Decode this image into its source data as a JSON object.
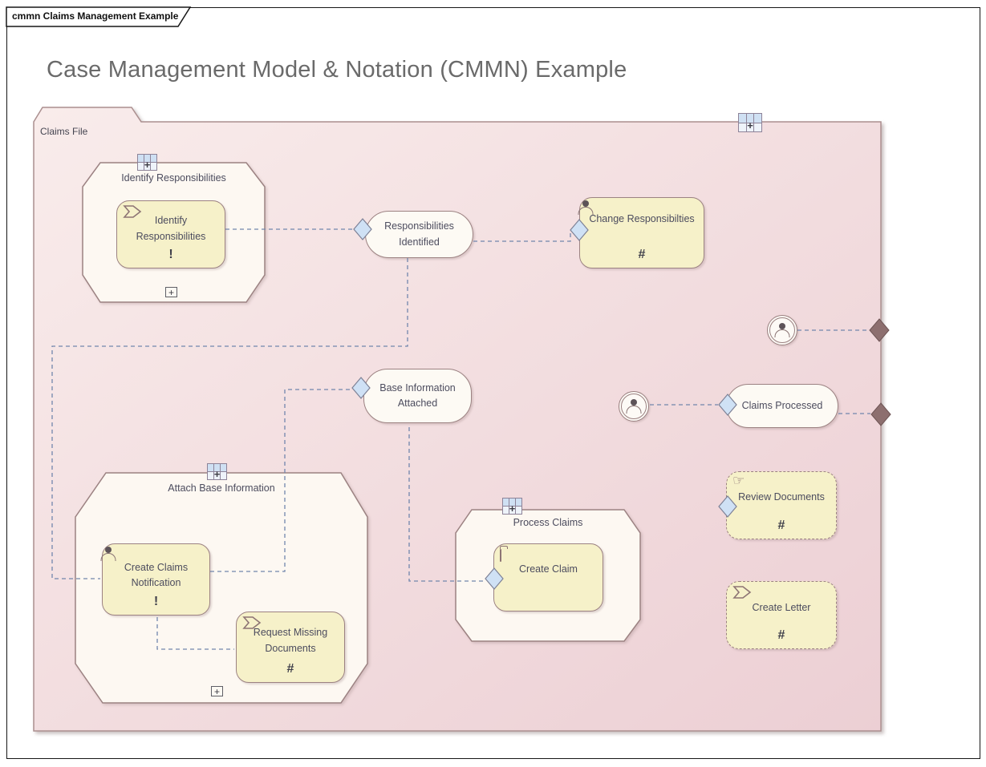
{
  "frame": {
    "tab_label": "cmmn Claims Management Example"
  },
  "title": "Case Management Model & Notation (CMMN) Example",
  "case_file": {
    "label": "Claims File"
  },
  "stages": {
    "identify": {
      "label": "Identify Responsibilities",
      "expand_marker": "+"
    },
    "attach": {
      "label": "Attach Base Information",
      "expand_marker": "+"
    },
    "process": {
      "label": "Process Claims"
    }
  },
  "tasks": {
    "identify_responsibilities": {
      "line1": "Identify",
      "line2": "Responsibilities",
      "required_marker": "!",
      "icon": "process-chevron-icon"
    },
    "change_responsibilities": {
      "label": "Change Responsibilties",
      "repetition_marker": "#",
      "icon": "human-person-icon"
    },
    "create_claims_notification": {
      "line1": "Create Claims",
      "line2": "Notification",
      "required_marker": "!",
      "icon": "human-person-icon"
    },
    "request_missing_documents": {
      "line1": "Request Missing",
      "line2": "Documents",
      "repetition_marker": "#",
      "icon": "process-chevron-icon"
    },
    "create_claim": {
      "label": "Create Claim",
      "icon": "case-folder-icon"
    },
    "review_documents": {
      "label": "Review Documents",
      "repetition_marker": "#",
      "icon": "manual-hand-icon",
      "discretionary": true
    },
    "create_letter": {
      "label": "Create Letter",
      "repetition_marker": "#",
      "icon": "process-chevron-icon",
      "discretionary": true
    }
  },
  "milestones": {
    "responsibilities_identified": {
      "line1": "Responsibilities",
      "line2": "Identified"
    },
    "base_information_attached": {
      "line1": "Base Information",
      "line2": "Attached"
    },
    "claims_processed": {
      "label": "Claims Processed"
    }
  },
  "icons": [
    "planning-table-icon",
    "user-event-listener-icon",
    "entry-criterion-sentry",
    "exit-criterion-sentry",
    "expand-icon"
  ],
  "colors": {
    "folder_fill_light": "#f9eceb",
    "folder_fill_dark": "#eccfd4",
    "folder_border": "#ab8f8f",
    "shape_border": "#9c8282",
    "stage_fill": "#fdf8f2",
    "task_fill": "#f6f1c9",
    "milestone_fill": "#fdfaf4",
    "entry_sentry_fill": "#cfe1f5",
    "exit_sentry_fill": "#8d6f6f",
    "connector": "#7286ad",
    "title_text": "#6a6a6a",
    "label_text": "#4c4c5e"
  }
}
